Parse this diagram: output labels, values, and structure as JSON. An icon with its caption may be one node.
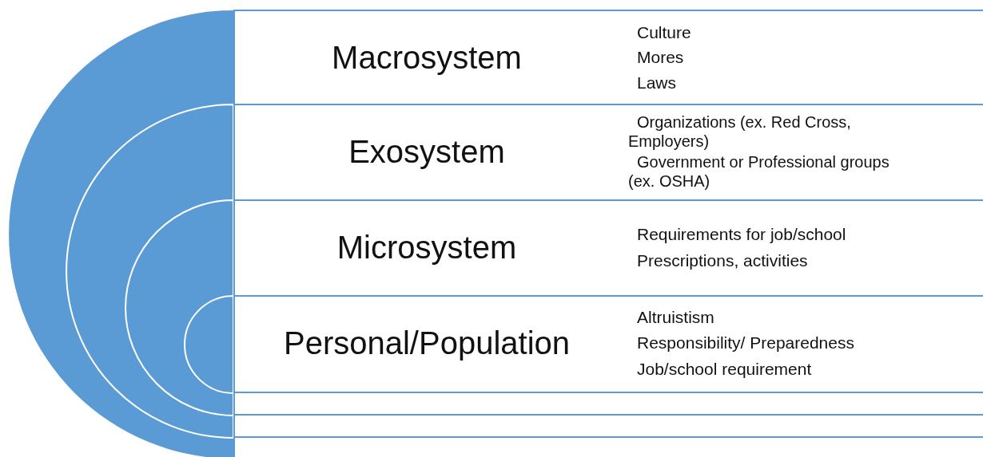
{
  "diagram": {
    "nodes": [
      {
        "text": [
          "Macrosystem",
          "Culture",
          "Mores",
          "Laws"
        ]
      },
      {
        "text": [
          "Exosystem",
          "Organizations (ex. Red Cross, Employers)",
          "Government or Professional groups (ex. OSHA)"
        ]
      },
      {
        "text": [
          "Microsystem",
          "Requirements for job/school",
          "Prescriptions, activities"
        ]
      },
      {
        "text": [
          "Personal/Population",
          "Altruistism",
          "Responsibility/ Preparedness",
          "Job/school requirement"
        ]
      }
    ]
  }
}
